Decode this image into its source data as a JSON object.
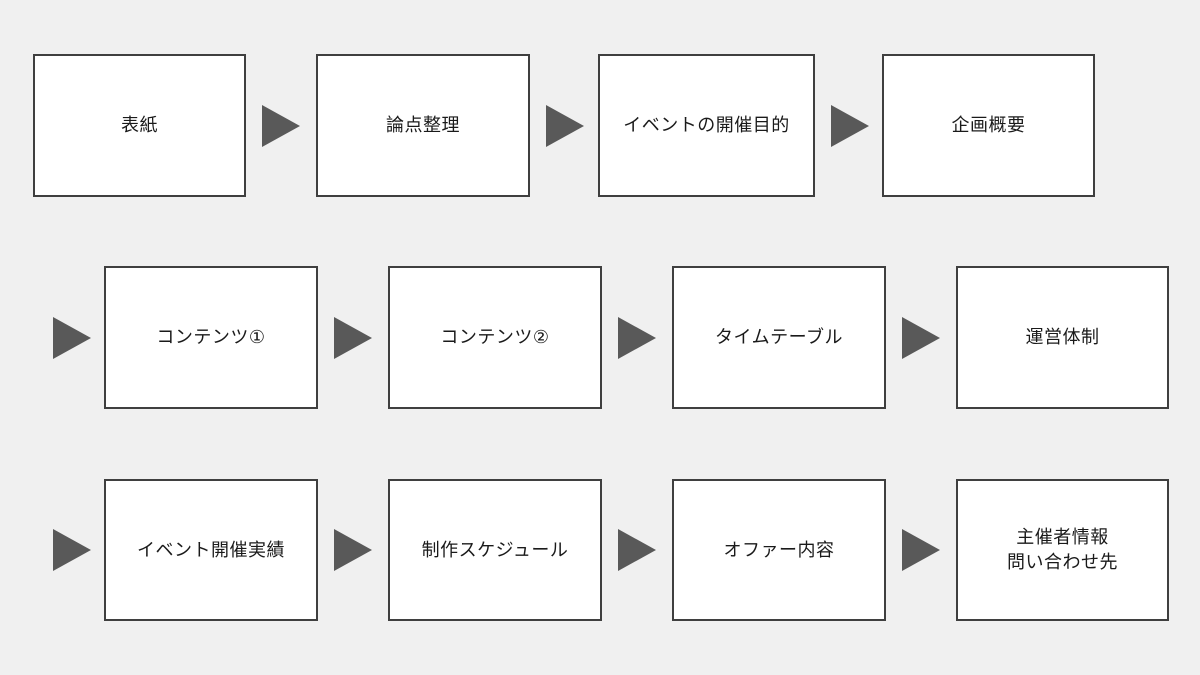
{
  "colors": {
    "background": "#f0f0f0",
    "box_fill": "#ffffff",
    "box_border": "#3f3f3f",
    "arrow": "#595959",
    "text": "#1a1a1a"
  },
  "flow": {
    "rows": [
      {
        "leading_arrow": false,
        "boxes": [
          {
            "label": "表紙"
          },
          {
            "label": "論点整理"
          },
          {
            "label": "イベントの開催目的"
          },
          {
            "label": "企画概要"
          }
        ]
      },
      {
        "leading_arrow": true,
        "boxes": [
          {
            "label": "コンテンツ①"
          },
          {
            "label": "コンテンツ②"
          },
          {
            "label": "タイムテーブル"
          },
          {
            "label": "運営体制"
          }
        ]
      },
      {
        "leading_arrow": true,
        "boxes": [
          {
            "label": "イベント開催実績"
          },
          {
            "label": "制作スケジュール"
          },
          {
            "label": "オファー内容"
          },
          {
            "label": "主催者情報\n問い合わせ先"
          }
        ]
      }
    ]
  }
}
